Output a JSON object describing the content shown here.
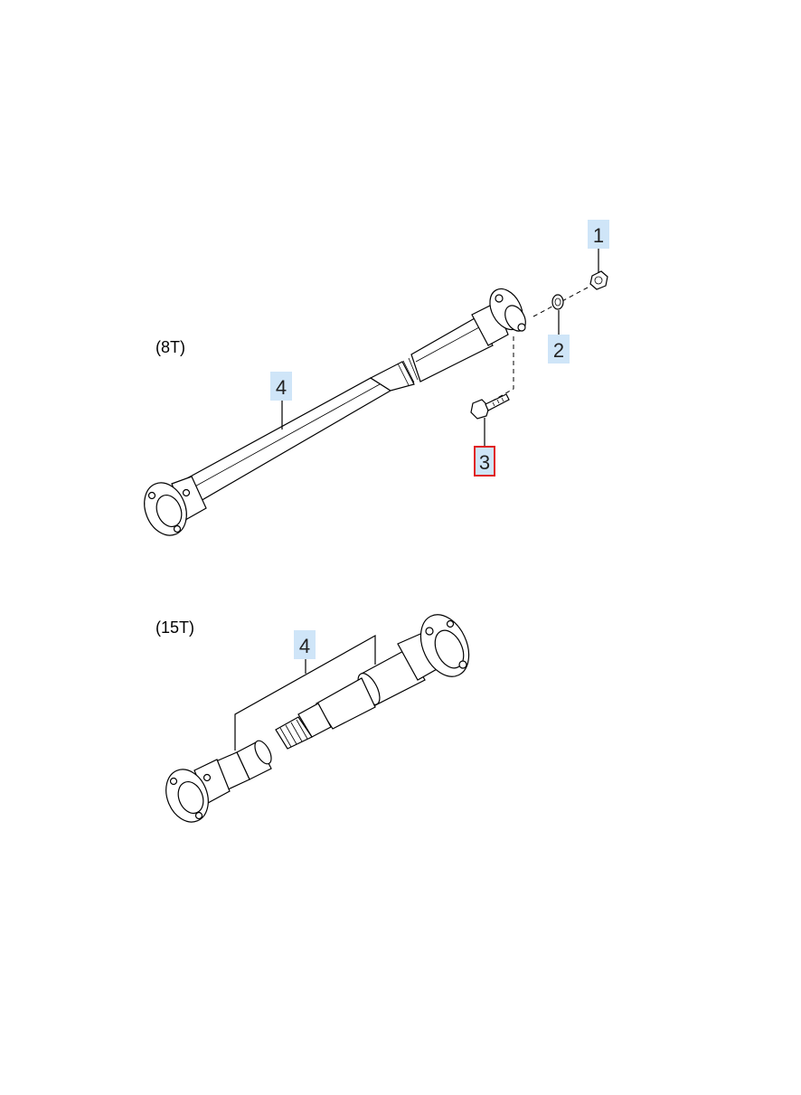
{
  "variants": [
    {
      "label": "(8T)"
    },
    {
      "label": "(15T)"
    }
  ],
  "callouts": {
    "c1": "1",
    "c2": "2",
    "c3": "3",
    "c4_top": "4",
    "c4_bottom": "4"
  },
  "colors": {
    "callout_fill": "#cfe5f8",
    "selected_outline": "#e0201f",
    "line": "#000000"
  }
}
